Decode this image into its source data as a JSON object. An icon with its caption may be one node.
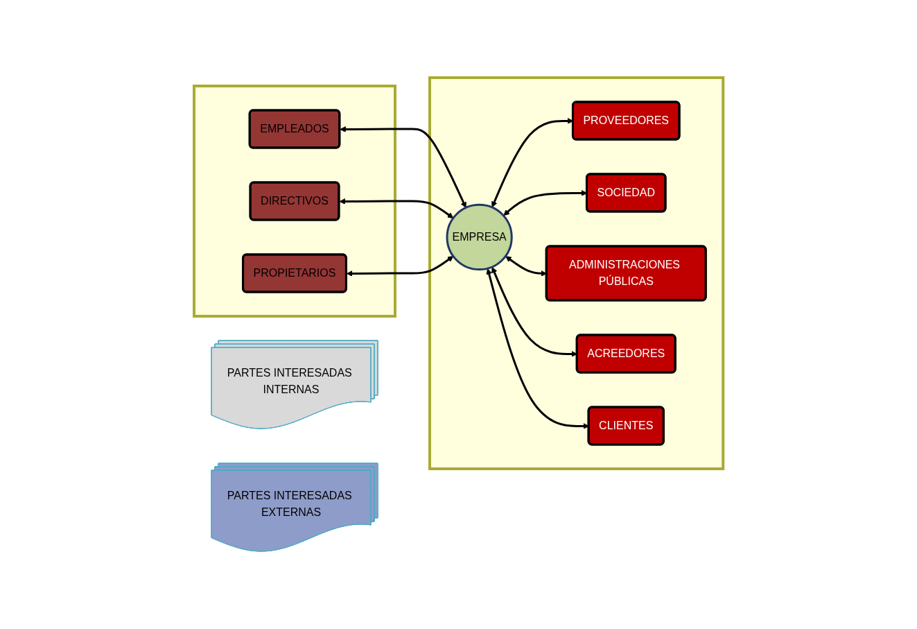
{
  "diagram": {
    "nodes": [
      {
        "text": [
          "PARTES INTERESADAS INTERNAS"
        ]
      },
      {
        "text": [
          "PARTES INTERESADAS EXTERNAS"
        ]
      },
      {
        "text": [],
        "shape": "box"
      },
      {
        "text": [
          "EMPLEADOS"
        ],
        "in": 2
      },
      {
        "text": [
          "DIRECTIVOS"
        ],
        "in": 2
      },
      {
        "text": [
          "PROPIETARIOS"
        ],
        "in": 2
      },
      {
        "text": [],
        "shape": "box"
      },
      {
        "text": [
          "PROVEEDORES"
        ],
        "in": 6
      },
      {
        "text": [
          "SOCIEDAD"
        ],
        "in": 6
      },
      {
        "text": [
          "EMPRESA"
        ],
        "in": 6
      },
      {
        "text": [
          "ADMINISTRACIONES PÚBLICAS"
        ],
        "in": 6
      },
      {
        "text": [
          "ACREEDORES"
        ],
        "in": 6
      },
      {
        "text": [
          "CLIENTES"
        ],
        "in": 6
      }
    ],
    "edges": [
      {
        "from": 3,
        "to": 9,
        "arrow": "both"
      },
      {
        "from": 4,
        "to": 9,
        "arrow": "both"
      },
      {
        "from": 5,
        "to": 9,
        "arrow": "both"
      },
      {
        "from": 9,
        "to": 7,
        "arrow": "both"
      },
      {
        "from": 9,
        "to": 8,
        "arrow": "both"
      },
      {
        "from": 9,
        "to": 10,
        "arrow": "both"
      },
      {
        "from": 9,
        "to": 11,
        "arrow": "both"
      },
      {
        "from": 9,
        "to": 12,
        "arrow": "both"
      }
    ]
  }
}
